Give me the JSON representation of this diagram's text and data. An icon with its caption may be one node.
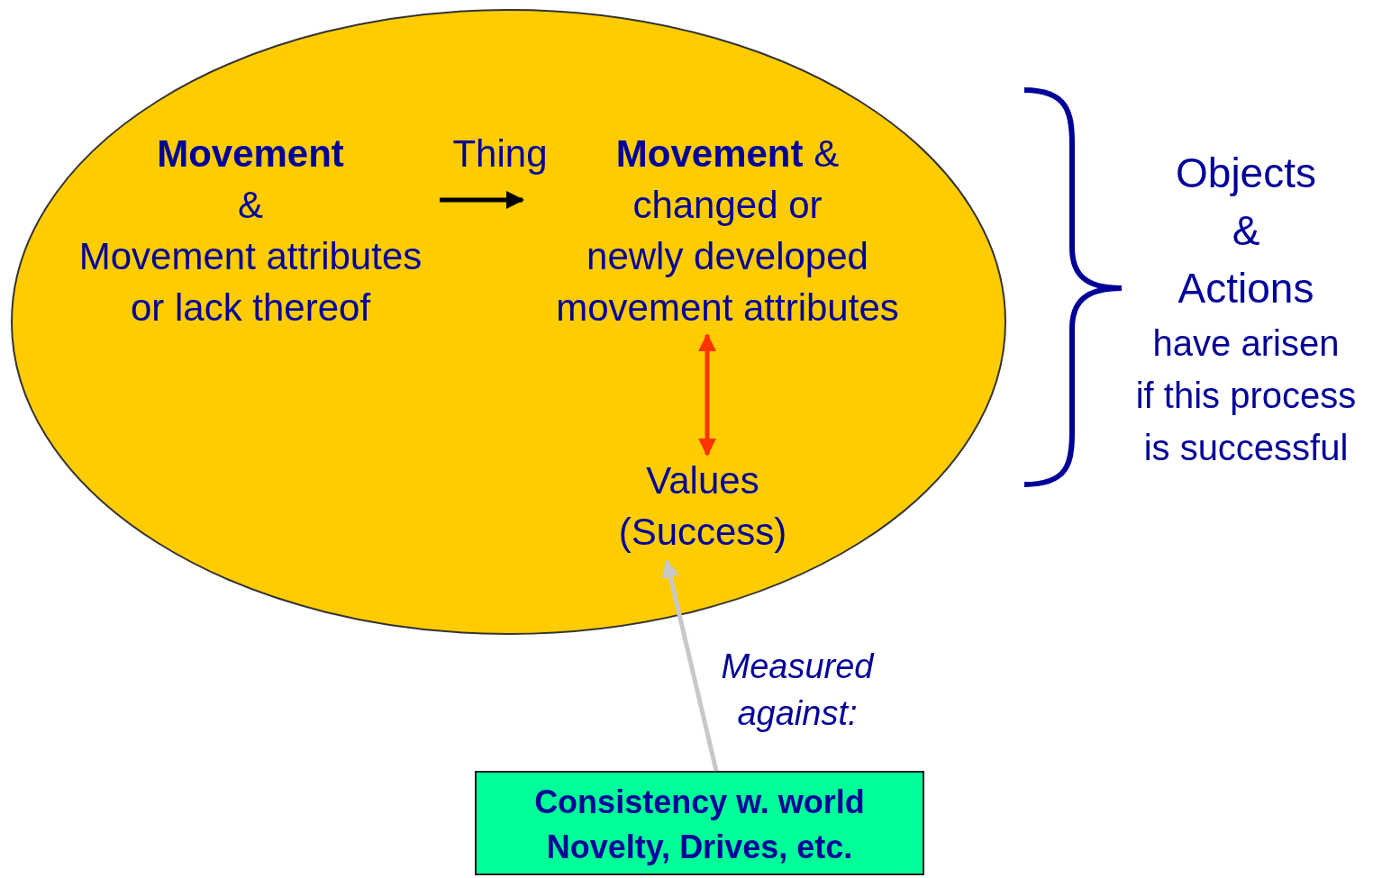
{
  "diagram": {
    "nodes": [
      {
        "text": [],
        "shape": "ellipse"
      },
      {
        "text": [
          "Movement",
          "&",
          "Movement attributes or lack thereof"
        ],
        "in": 0
      },
      {
        "text": [
          "**Movement** &",
          "changed or",
          "newly developed movement attributes"
        ],
        "in": 0
      },
      {
        "text": [
          "Values (Success)"
        ],
        "in": 0
      },
      {
        "text": [
          "Consistency w. world",
          "Novelty, Drives, etc."
        ]
      }
    ],
    "edges": [
      {
        "from": 1,
        "to": 2,
        "arrow": "to",
        "label": "Thing"
      },
      {
        "from": 2,
        "to": 3,
        "arrow": "both",
        "color": "#ff3300"
      },
      {
        "from": 4,
        "to": 3,
        "arrow": "to",
        "label": "Measured against:",
        "color": "#c8c8c8"
      }
    ],
    "labels": [
      "Objects",
      "&",
      "Actions",
      "have arisen",
      "if this process",
      "is successful"
    ]
  }
}
